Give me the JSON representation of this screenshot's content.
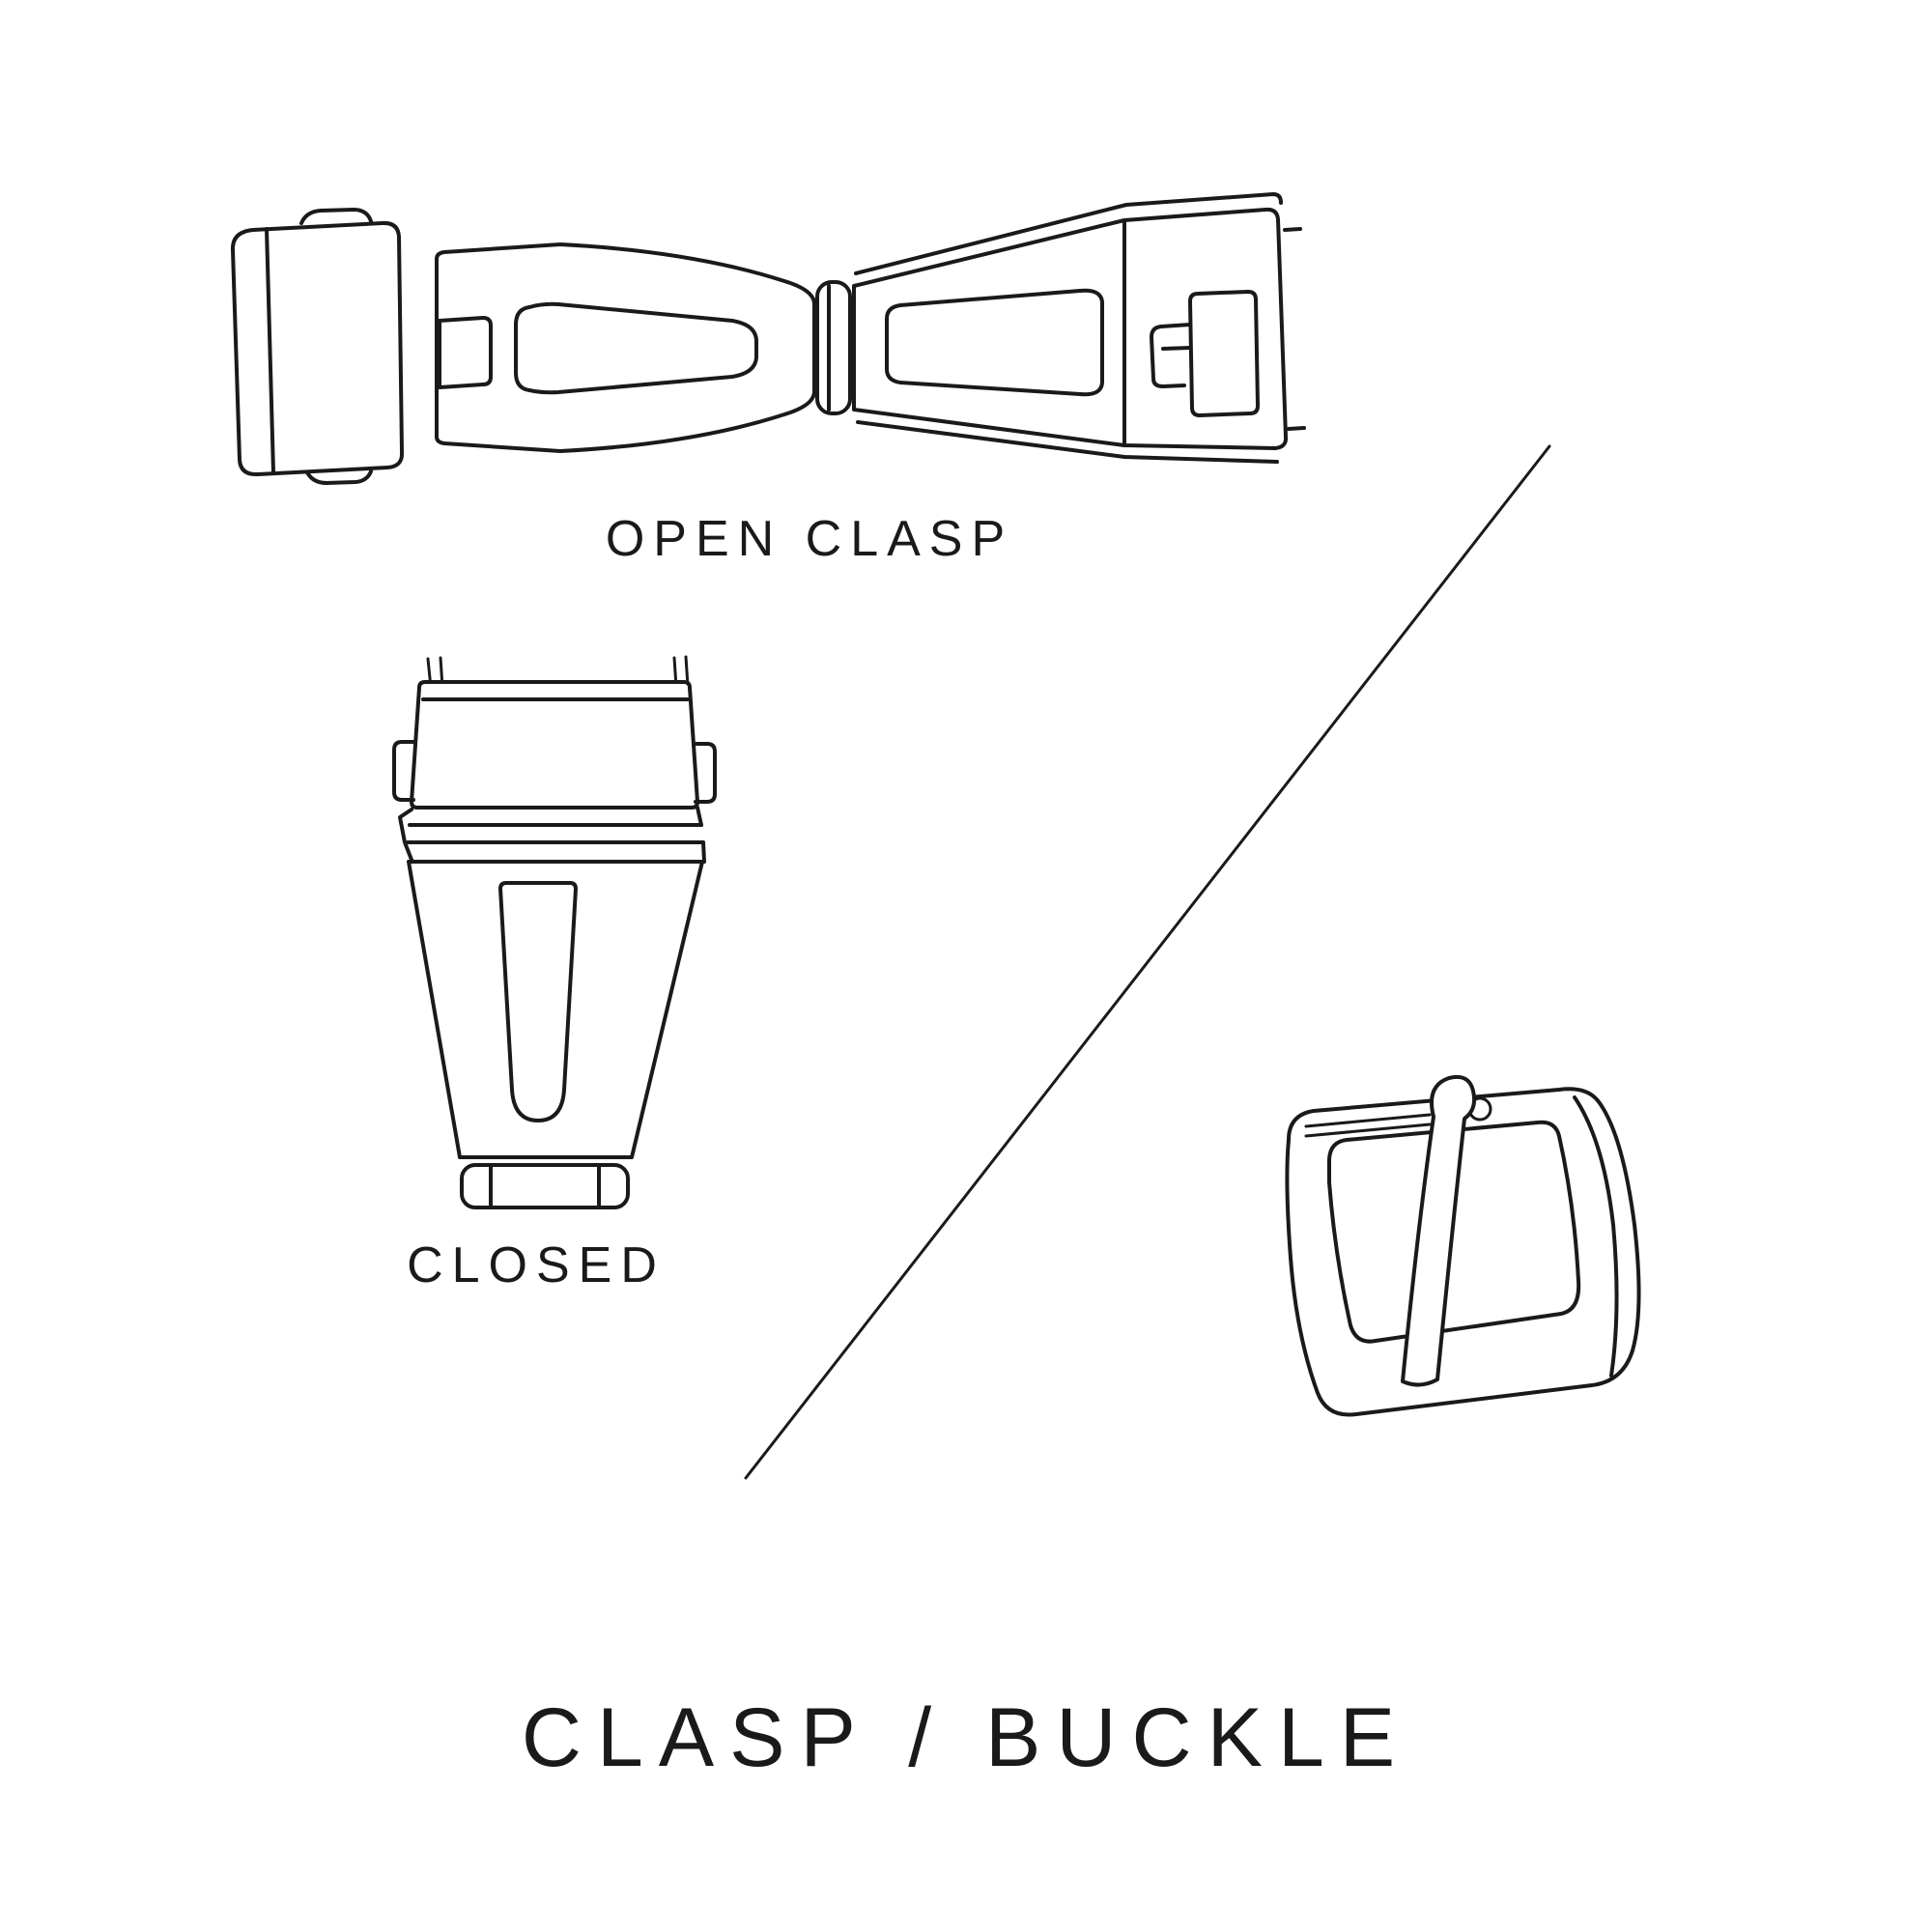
{
  "page": {
    "background_color": "#ffffff",
    "line_color": "#1a1a1a",
    "title": "CLASP / BUCKLE"
  },
  "labels": {
    "open_clasp": "OPEN CLASP",
    "closed": "CLOSED"
  },
  "illustrations": {
    "open_clasp": "watch-clasp-open-top-view",
    "closed_clasp": "watch-clasp-closed-top-view",
    "buckle": "watch-tang-buckle-perspective"
  }
}
